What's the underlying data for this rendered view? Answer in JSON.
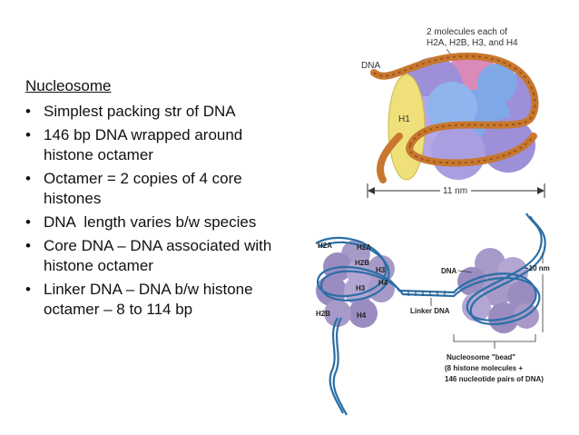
{
  "slide": {
    "heading": "Nucleosome",
    "bullets": [
      "Simplest packing str of DNA",
      "146 bp DNA wrapped around histone octamer",
      "Octamer = 2 copies of 4 core histones",
      "DNA  length varies b/w species",
      "Core DNA – DNA associated with histone octamer",
      "Linker DNA – DNA b/w histone octamer – 8 to 114 bp"
    ],
    "bullet_lines": [
      [
        "Simplest packing str of DNA"
      ],
      [
        "146 bp DNA wrapped around",
        "histone octamer"
      ],
      [
        "Octamer = 2 copies of 4 core",
        "histones"
      ],
      [
        "DNA  length varies b/w species"
      ],
      [
        "Core DNA – DNA associated with",
        "histone octamer"
      ],
      [
        "Linker DNA – DNA b/w histone",
        "octamer – 8 to 114 bp"
      ]
    ]
  },
  "top_figure": {
    "caption_line1": "2 molecules each of",
    "caption_line2": "H2A, H2B, H3, and H4",
    "dna_label": "DNA",
    "h1_label": "H1",
    "scale_label": "11 nm"
  },
  "bottom_figure": {
    "histone_labels": [
      "H2A",
      "H2A",
      "H2B",
      "H3",
      "H3",
      "H4",
      "H2B",
      "H4"
    ],
    "dna_label": "DNA",
    "size_label": "~10 nm",
    "linker_label": "Linker DNA",
    "bead_line1": "Nucleosome \"bead\"",
    "bead_line2": "(8 histone molecules +",
    "bead_line3": "146 nucleotide pairs of DNA)"
  },
  "colors": {
    "histone_purple": "#9d8fd8",
    "histone_blue": "#7fa8e8",
    "histone_pink": "#d98ab8",
    "h1_yellow": "#efe07a",
    "dna_orange": "#c8772e",
    "dna_blue": "#2b6fa6",
    "bead_purple": "#a79ac8"
  }
}
